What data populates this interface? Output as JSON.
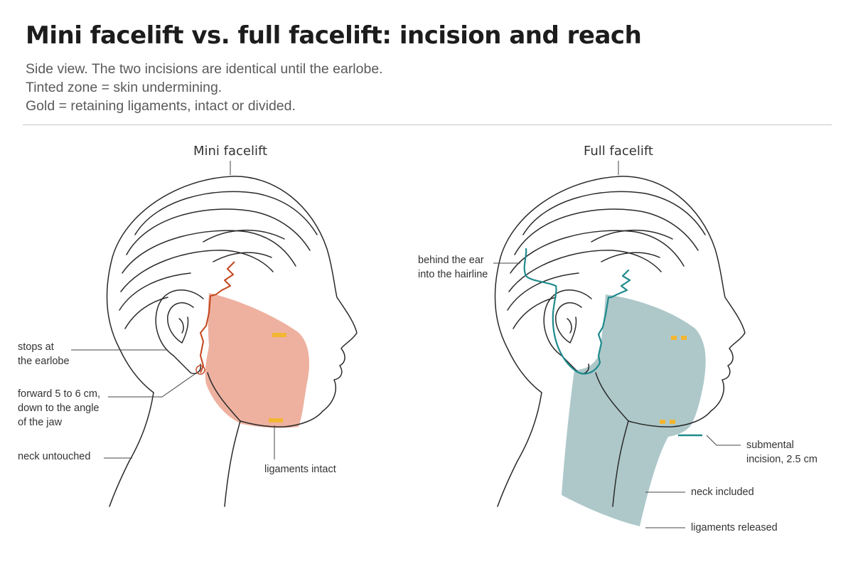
{
  "header": {
    "title": "Mini facelift vs. full facelift: incision and reach",
    "subtitle_lines": [
      "Side view. The two incisions are identical until the earlobe.",
      "Tinted zone = skin undermining.",
      "Gold = retaining ligaments, intact or divided."
    ]
  },
  "colors": {
    "mini_zone": "#e8937c",
    "mini_incision": "#c4461f",
    "full_zone": "#8fb3b6",
    "full_incision": "#1f8a8c",
    "ligament": "#f2b632",
    "line": "#2a2a2a"
  },
  "panels": {
    "mini": {
      "title": "Mini facelift",
      "labels": {
        "earlobe_stop": [
          "stops at",
          "the earlobe"
        ],
        "forward_reach": [
          "forward 5 to 6 cm,",
          "down to the angle",
          "of the jaw"
        ],
        "neck": "neck untouched",
        "ligaments": "ligaments intact"
      }
    },
    "full": {
      "title": "Full facelift",
      "labels": {
        "behind_ear": [
          "behind the ear",
          "into the hairline"
        ],
        "submental": [
          "submental",
          "incision, 2.5 cm"
        ],
        "neck": "neck included",
        "ligaments": "ligaments released"
      }
    }
  }
}
